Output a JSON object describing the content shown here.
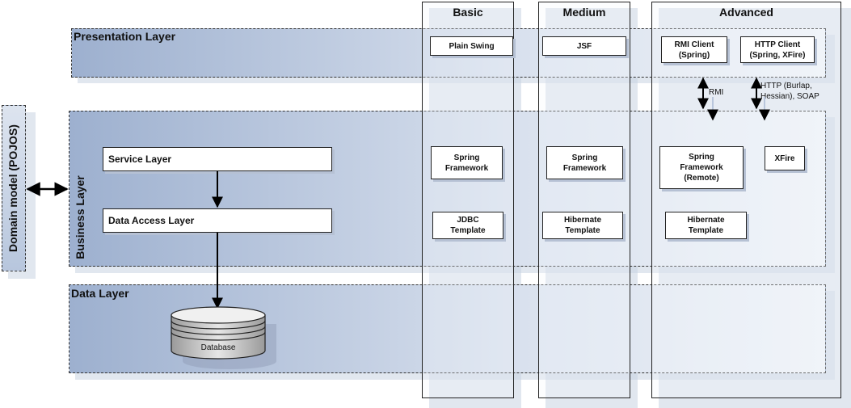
{
  "layers": {
    "presentation": "Presentation Layer",
    "business": "Business Layer",
    "data": "Data Layer"
  },
  "domain_model": "Domain model (POJOS)",
  "columns": {
    "basic": "Basic",
    "medium": "Medium",
    "advanced": "Advanced"
  },
  "presentation_boxes": {
    "basic": "Plain Swing",
    "medium": "JSF",
    "rmi_client": [
      "RMI Client",
      "(Spring)"
    ],
    "http_client": [
      "HTTP Client",
      "(Spring, XFire)"
    ]
  },
  "protocols": {
    "rmi": "RMI",
    "http": [
      "HTTP (Burlap,",
      "Hessian), SOAP"
    ]
  },
  "business_boxes": {
    "service_layer": "Service Layer",
    "data_access_layer": "Data Access Layer",
    "basic_spring": [
      "Spring",
      "Framework"
    ],
    "basic_jdbc": [
      "JDBC",
      "Template"
    ],
    "medium_spring": [
      "Spring",
      "Framework"
    ],
    "medium_hibernate": [
      "Hibernate",
      "Template"
    ],
    "advanced_spring": [
      "Spring",
      "Framework",
      "(Remote)"
    ],
    "advanced_xfire": "XFire",
    "advanced_hibernate": [
      "Hibernate",
      "Template"
    ]
  },
  "database": "Database",
  "colors": {
    "band_dark": "#9db0cf",
    "band_light": "#eef2f8",
    "outline": "#222222",
    "shadow": "#b6c1d4"
  }
}
